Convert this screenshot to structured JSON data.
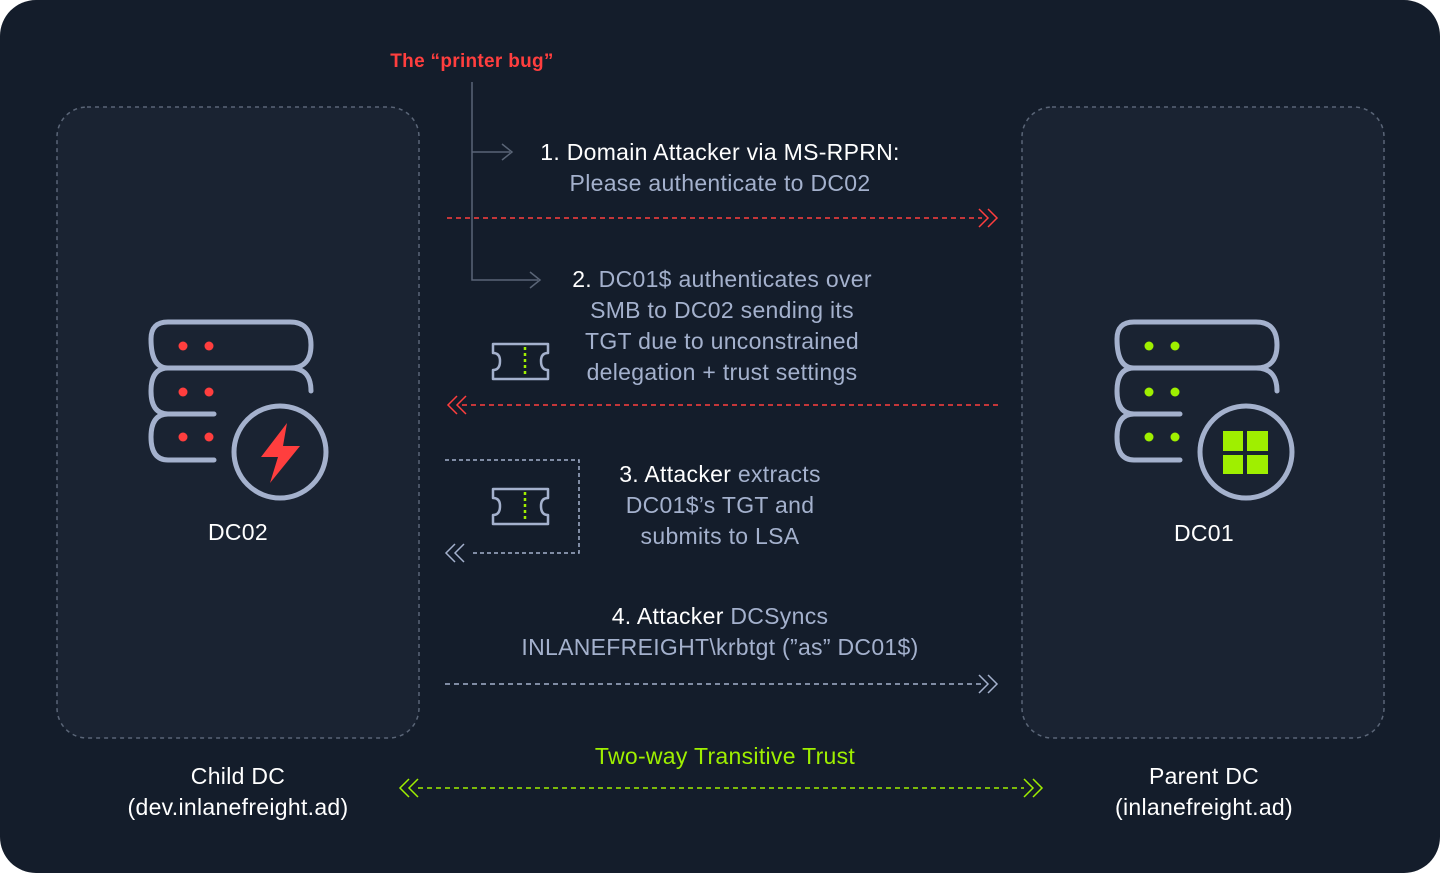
{
  "annotation": {
    "label": "The “printer bug”"
  },
  "steps": [
    {
      "lead": "1. Domain Attacker via MS-RPRN:",
      "rest": "Please authenticate to DC02"
    },
    {
      "lead": "2.",
      "line1": " DC01$ authenticates over",
      "line2": "SMB to DC02 sending its",
      "line3": "TGT due to unconstrained",
      "line4": "delegation + trust settings"
    },
    {
      "lead": "3. Attacker",
      "line1": " extracts",
      "line2": "DC01$’s TGT and",
      "line3": "submits to LSA"
    },
    {
      "lead": "4. Attacker",
      "line1": " DCSyncs",
      "line2": "INLANEFREIGHT\\krbtgt (”as” DC01$)"
    }
  ],
  "nodes": {
    "left": {
      "name": "DC02",
      "role": "Child DC",
      "domain": "(dev.inlanefreight.ad)"
    },
    "right": {
      "name": "DC01",
      "role": "Parent DC",
      "domain": "(inlanefreight.ad)"
    }
  },
  "trust": {
    "label": "Two-way Transitive Trust"
  },
  "colors": {
    "background": "#141d2b",
    "panel": "#1a2332",
    "text_primary": "#ffffff",
    "text_secondary": "#a4b1cd",
    "alert": "#ff3e3e",
    "accent": "#9fef00"
  },
  "icons": [
    "server-icon",
    "lightning-icon",
    "windows-logo-icon",
    "ticket-icon"
  ]
}
